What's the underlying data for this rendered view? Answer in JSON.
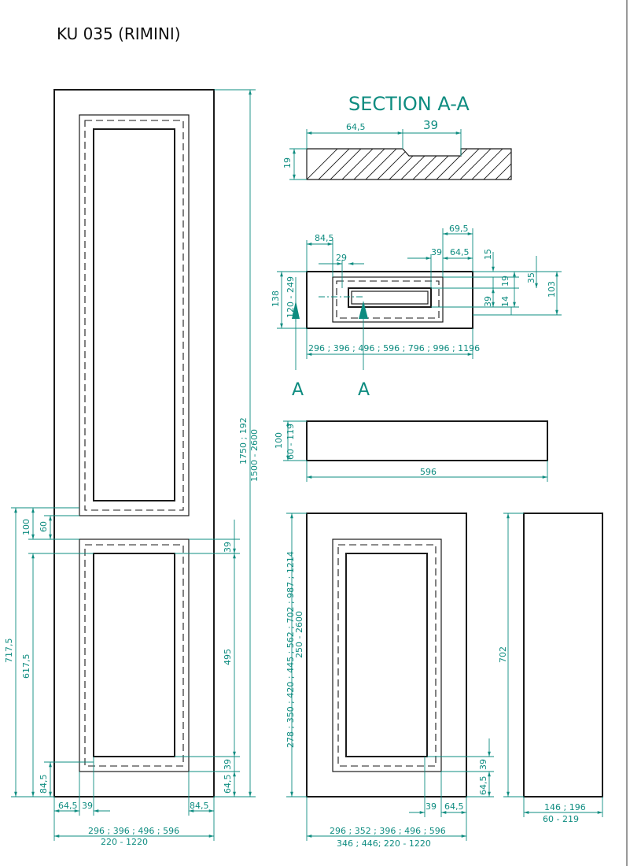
{
  "title": "KU 035 (RIMINI)",
  "section_title": "SECTION A-A",
  "section_label_left": "A",
  "section_label_right": "A",
  "colors": {
    "ink": "#1a1a1a",
    "dimension": "#0e8c80"
  },
  "tall_door": {
    "height_dims": "1750 ; 192",
    "height_range": "1500 - 2600",
    "dim_100": "100",
    "dim_60": "60",
    "dim_717_5": "717,5",
    "dim_617_5": "617,5",
    "dim_84_5": "84,5",
    "dim_39_top": "39",
    "dim_495": "495",
    "dim_39_bottom": "39",
    "dim_64_5_side": "64,5",
    "bottom_64_5": "64,5",
    "bottom_39": "39",
    "bottom_84_5": "84,5",
    "width_options": "296 ; 396 ; 496 ; 596",
    "width_range": "220 - 1220"
  },
  "section_profile": {
    "dim_64_5": "64,5",
    "dim_39": "39",
    "dim_19": "19"
  },
  "top_view": {
    "dim_84_5": "84,5",
    "dim_69_5": "69,5",
    "dim_29": "29",
    "dim_39": "39",
    "dim_64_5": "64,5",
    "dim_15": "15",
    "dim_35": "35",
    "dim_19": "19",
    "dim_103": "103",
    "dim_39_low": "39",
    "dim_14": "14",
    "dim_138": "138",
    "dim_120_249": "120 - 249",
    "width_options": "296 ; 396 ; 496 ; 596 ; 796 ; 996 ; 1196"
  },
  "drawer_front": {
    "dim_100": "100",
    "dim_60_119": "60 - 119",
    "dim_596": "596"
  },
  "medium_door": {
    "height_options": "278 ; 350 ; 420 ; 445 ; 562 ; 702 ; 987 ; 1214",
    "height_range": "250 - 2600",
    "dim_39": "39",
    "dim_64_5": "64,5",
    "bottom_39": "39",
    "bottom_64_5": "64,5",
    "width_options": "296 ; 352 ; 396 ; 496 ; 596",
    "width_options_2": "346 ; 446;  220 - 1220"
  },
  "side_panel": {
    "dim_702": "702",
    "width_options": "146 ; 196",
    "width_range": "60 - 219"
  }
}
